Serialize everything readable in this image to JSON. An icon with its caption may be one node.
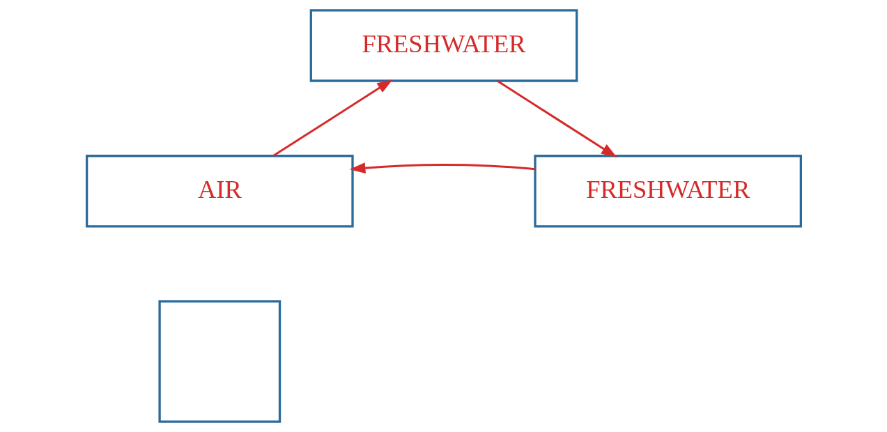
{
  "diagram": {
    "nodes": [
      {
        "text": [
          "FRESHWATER"
        ]
      },
      {
        "text": [
          "AIR"
        ]
      },
      {
        "text": [
          "FRESHWATER"
        ]
      },
      {
        "text": [],
        "shape": "box"
      }
    ],
    "edges": [
      {
        "from": 1,
        "to": 0,
        "arrow": "to"
      },
      {
        "from": 0,
        "to": 2,
        "arrow": "to"
      },
      {
        "from": 2,
        "to": 1,
        "arrow": "to"
      }
    ]
  }
}
